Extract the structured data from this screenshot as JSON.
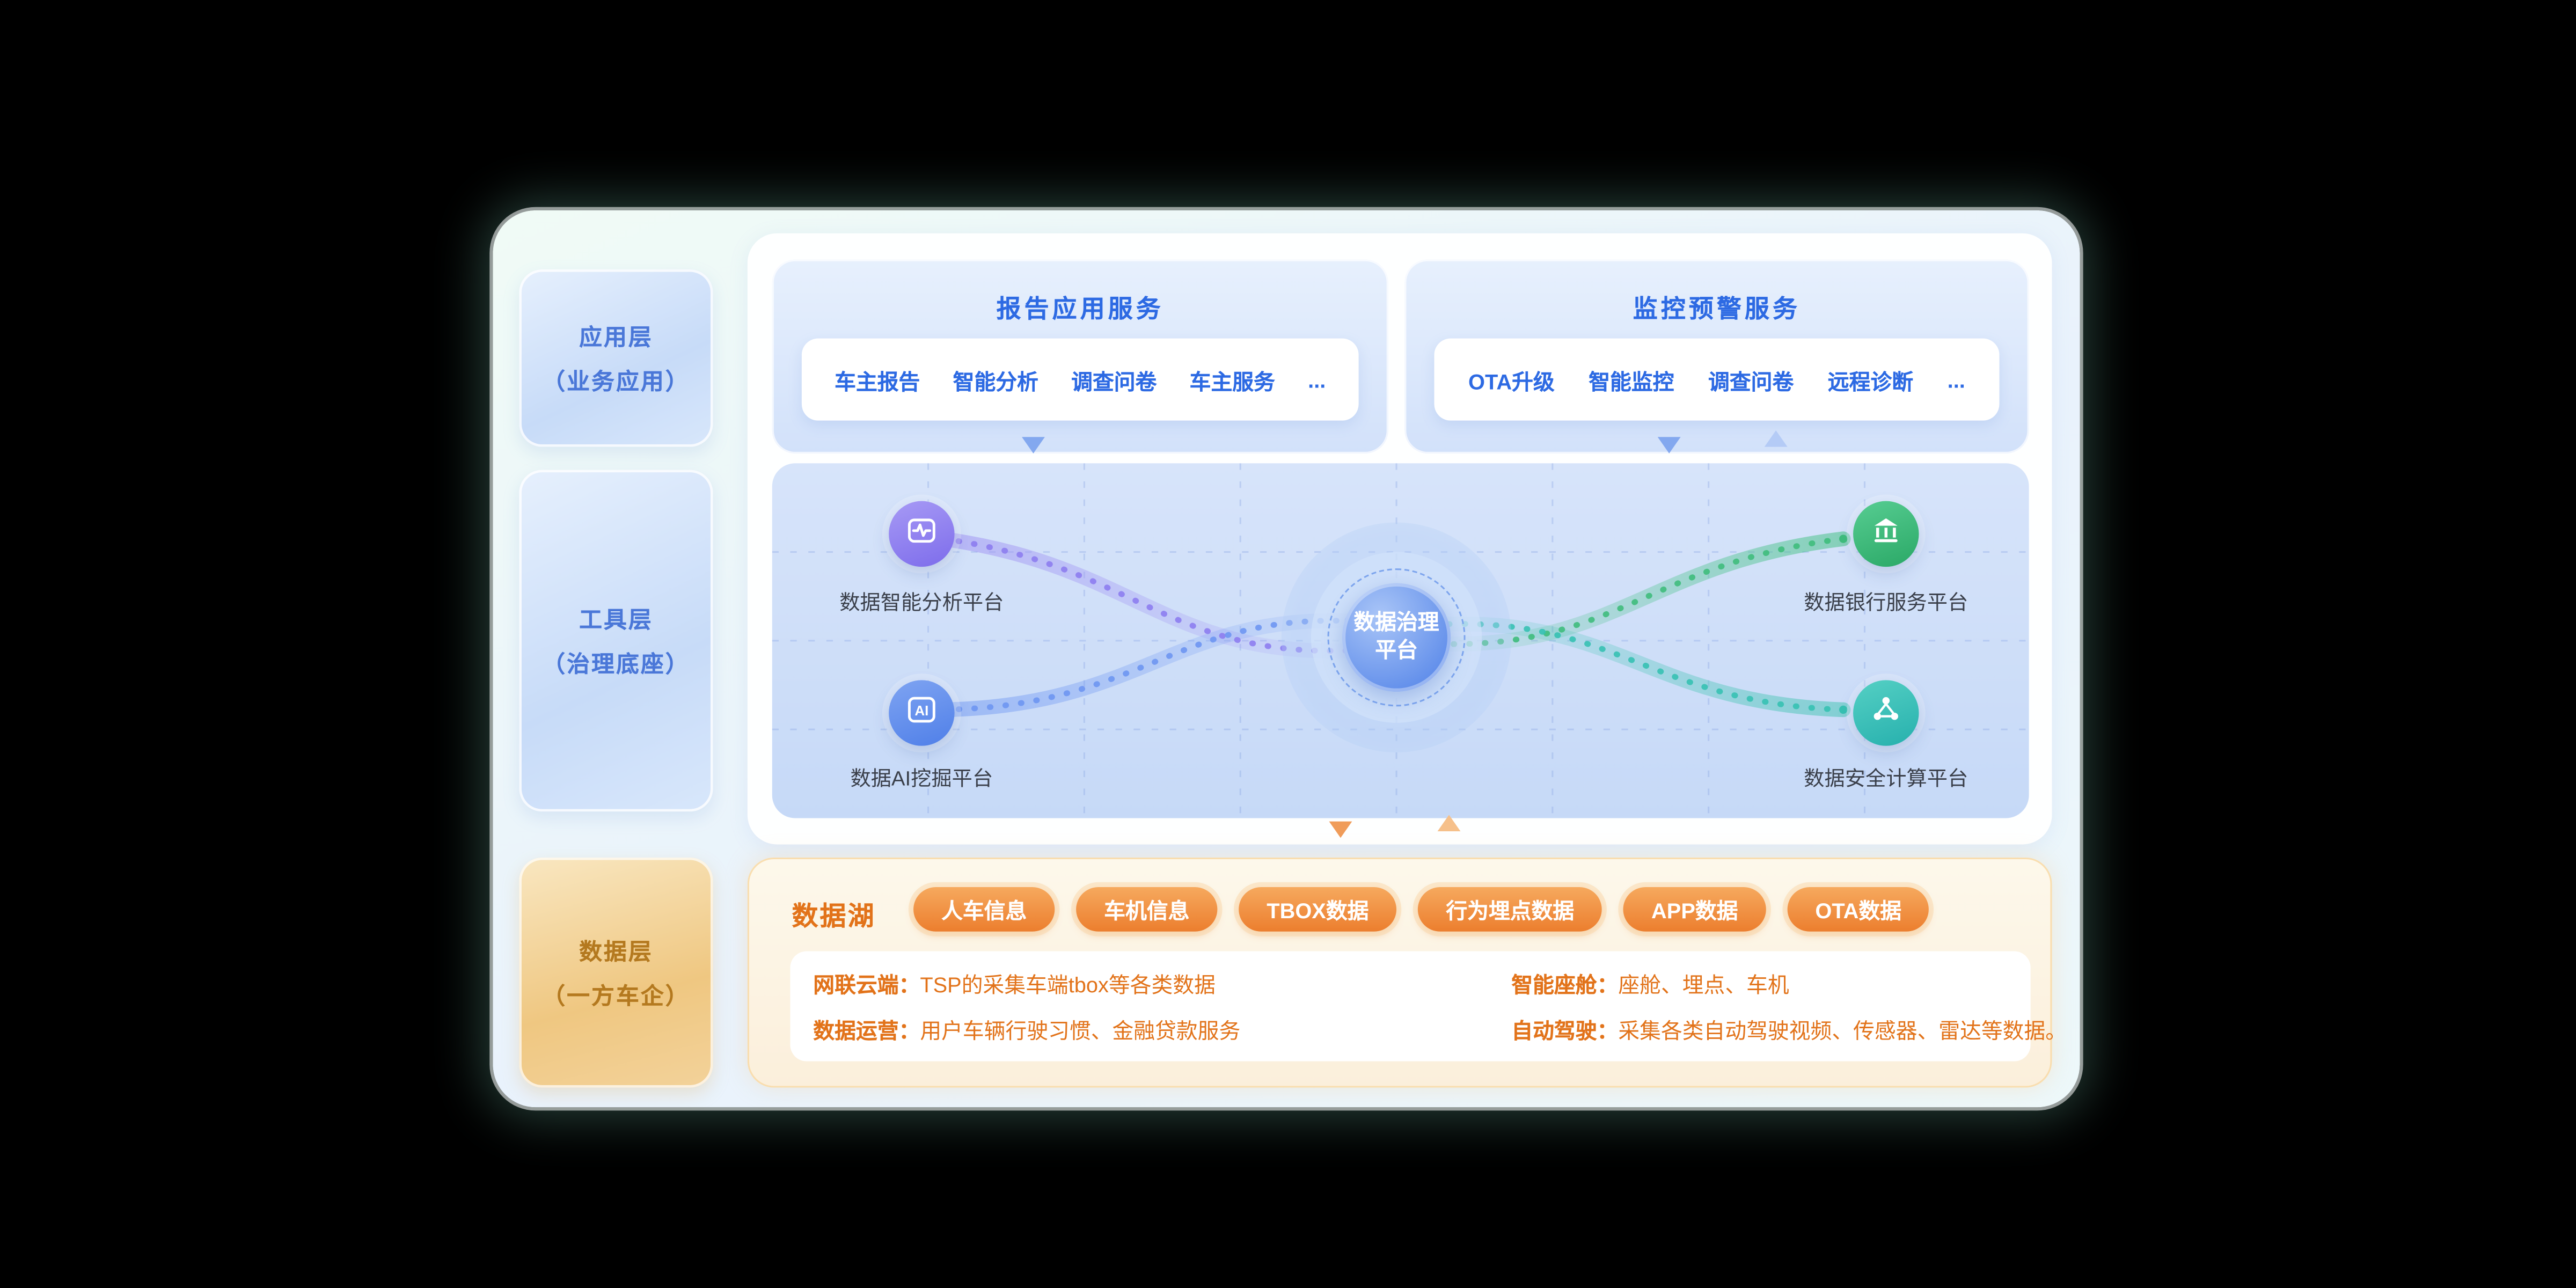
{
  "layers": {
    "app": {
      "title": "应用层",
      "subtitle": "（业务应用）"
    },
    "tool": {
      "title": "工具层",
      "subtitle": "（治理底座）"
    },
    "data": {
      "title": "数据层",
      "subtitle": "（一方车企）"
    }
  },
  "report_service": {
    "title": "报告应用服务",
    "items": [
      "车主报告",
      "智能分析",
      "调查问卷",
      "车主服务",
      "..."
    ]
  },
  "monitor_service": {
    "title": "监控预警服务",
    "items": [
      "OTA升级",
      "智能监控",
      "调查问卷",
      "远程诊断",
      "..."
    ]
  },
  "governance": {
    "center": {
      "line1": "数据治理",
      "line2": "平台"
    },
    "nodes": [
      {
        "label": "数据智能分析平台",
        "icon": "pulse-icon",
        "color": "#8d7df0"
      },
      {
        "label": "数据AI挖掘平台",
        "icon": "ai-icon",
        "color": "#5e8bee"
      },
      {
        "label": "数据银行服务平台",
        "icon": "bank-icon",
        "color": "#34b978"
      },
      {
        "label": "数据安全计算平台",
        "icon": "share-nodes-icon",
        "color": "#35bfb3"
      }
    ]
  },
  "data_lake": {
    "title": "数据湖",
    "tags": [
      "人车信息",
      "车机信息",
      "TBOX数据",
      "行为埋点数据",
      "APP数据",
      "OTA数据"
    ],
    "details": [
      {
        "label": "网联云端：",
        "text": "TSP的采集车端tbox等各类数据"
      },
      {
        "label": "数据运营：",
        "text": "用户车辆行驶习惯、金融贷款服务"
      },
      {
        "label": "智能座舱：",
        "text": "座舱、埋点、车机"
      },
      {
        "label": "自动驾驶：",
        "text": "采集各类自动驾驶视频、传感器、雷达等数据。"
      }
    ]
  },
  "colors": {
    "accent_blue": "#2d6ae3",
    "accent_orange": "#e2731a",
    "panel_mint": "#eef9f3",
    "node_purple": "#8d7df0",
    "node_blue": "#5e8bee",
    "node_green": "#34b978",
    "node_teal": "#35bfb3"
  }
}
